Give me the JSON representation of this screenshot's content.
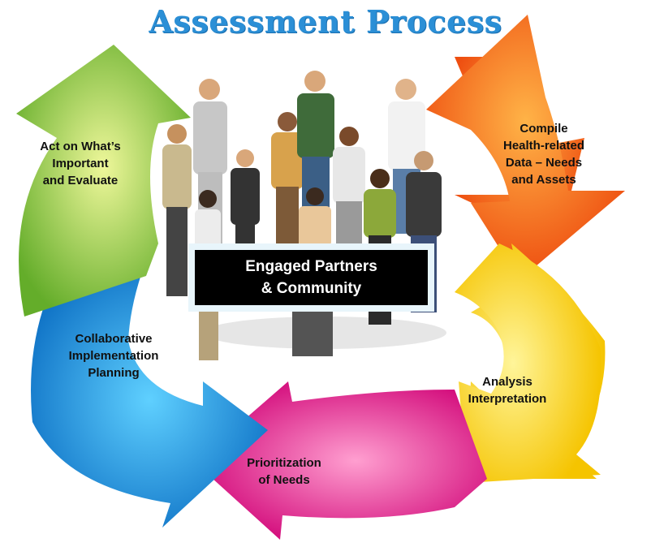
{
  "title": "Assessment Process",
  "steps": [
    {
      "id": "compile",
      "lines": [
        "Compile",
        "Health-related",
        "Data – Needs",
        "and Assets"
      ],
      "color": "#f26a1b"
    },
    {
      "id": "analysis",
      "lines": [
        "Analysis",
        "Interpretation"
      ],
      "color": "#f5d000"
    },
    {
      "id": "prioritization",
      "lines": [
        "Prioritization",
        "of Needs"
      ],
      "color": "#e0288a"
    },
    {
      "id": "collaborative",
      "lines": [
        "Collaborative",
        "Implementation",
        "Planning"
      ],
      "color": "#1f9be0"
    },
    {
      "id": "act",
      "lines": [
        "Act on What’s",
        "Important",
        "and Evaluate"
      ],
      "color": "#7dbf3a"
    }
  ],
  "center": {
    "lines": [
      "Engaged Partners",
      "& Community"
    ]
  }
}
